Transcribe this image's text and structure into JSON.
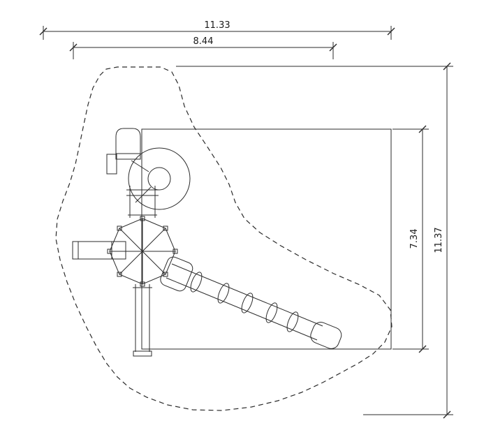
{
  "drawing": {
    "type": "plan-view technical drawing",
    "subject": "playground structure plan with use-zone boundary",
    "background_color": "#ffffff",
    "line_color": "#2b2b2b",
    "dimensions": {
      "overall_width": "11.33",
      "inner_width": "8.44",
      "inner_height": "7.34",
      "overall_height": "11.37"
    }
  }
}
